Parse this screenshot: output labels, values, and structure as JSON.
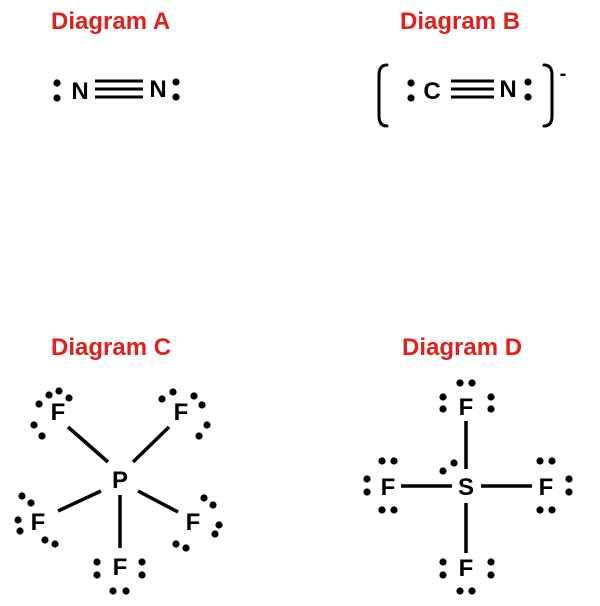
{
  "diagrams": {
    "a": {
      "title": "Diagram A",
      "atom1": "N",
      "atom2": "N"
    },
    "b": {
      "title": "Diagram B",
      "atom1": "C",
      "atom2": "N",
      "charge": "-"
    },
    "c": {
      "title": "Diagram C",
      "center": "P",
      "ligand": "F"
    },
    "d": {
      "title": "Diagram D",
      "center": "S",
      "ligand": "F"
    }
  },
  "colors": {
    "title": "#e0201b",
    "ink": "#000000"
  }
}
